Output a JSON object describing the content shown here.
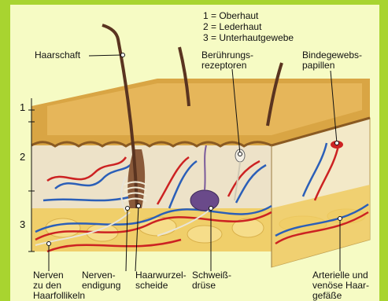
{
  "legend": {
    "item1": "1 = Oberhaut",
    "item2": "2 = Lederhaut",
    "item3": "3 = Unterhautgewebe"
  },
  "layer_numbers": {
    "one": "1",
    "two": "2",
    "three": "3"
  },
  "labels": {
    "haarschaft": "Haarschaft",
    "beruehrungs_line1": "Berührungs-",
    "beruehrungs_line2": "rezeptoren",
    "bindegewebs_line1": "Bindegewebs-",
    "bindegewebs_line2": "papillen",
    "nerven_line1": "Nerven",
    "nerven_line2": "zu den",
    "nerven_line3": "Haarfollikeln",
    "nervenendigung_line1": "Nerven-",
    "nervenendigung_line2": "endigung",
    "haarwurzel_line1": "Haarwurzel-",
    "haarwurzel_line2": "scheide",
    "schweiss_line1": "Schweiß-",
    "schweiss_line2": "drüse",
    "arterie_line1": "Arterielle und",
    "arterie_line2": "venöse Haar-",
    "arterie_line3": "gefäße"
  },
  "colors": {
    "background": "#f6fbc4",
    "border_green": "#a8d430",
    "epidermis": "#d9a544",
    "dermis": "#e8ddc4",
    "fat": "#f0d070",
    "artery": "#cc2222",
    "vein": "#2b5fb8",
    "hair": "#5a3420"
  }
}
